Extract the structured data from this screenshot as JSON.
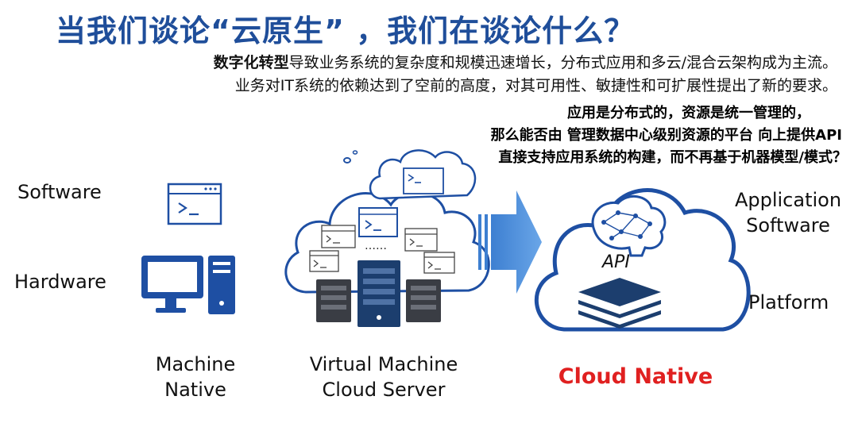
{
  "title": "当我们谈论“云原生” ，我们在谈论什么？",
  "intro": {
    "line1_bold": "数字化转型",
    "line1_rest": "导致业务系统的复杂度和规模迅速增长，分布式应用和多云/混合云架构成为主流。",
    "line2": "业务对IT系统的依赖达到了空前的高度，对其可用性、敏捷性和可扩展性提出了新的要求。"
  },
  "bubble": {
    "line1": "应用是分布式的，资源是统一管理的，",
    "line2": "那么能否由 管理数据中心级别资源的平台 向上提供API",
    "line3": "直接支持应用系统的构建，而不再基于机器模型/模式？"
  },
  "left": {
    "software": "Software",
    "hardware": "Hardware",
    "caption_line1": "Machine",
    "caption_line2": "Native"
  },
  "middle": {
    "dots": "……",
    "caption_line1": "Virtual Machine",
    "caption_line2": "Cloud Server"
  },
  "right": {
    "api": "API",
    "application_line1": "Application",
    "application_line2": "Software",
    "platform": "Platform",
    "caption": "Cloud Native"
  },
  "icons": {
    "terminal": "terminal-window-icon",
    "computer": "desktop-computer-icon",
    "server": "server-rack-icon",
    "brain": "brain-network-icon",
    "layers": "layers-stack-icon",
    "arrow": "right-arrow-icon"
  },
  "colors": {
    "title": "#1f4e9a",
    "accent_blue": "#1e4fa3",
    "dark_server": "#3a3d44",
    "navy_server": "#1c3e6e",
    "red": "#e02020"
  }
}
